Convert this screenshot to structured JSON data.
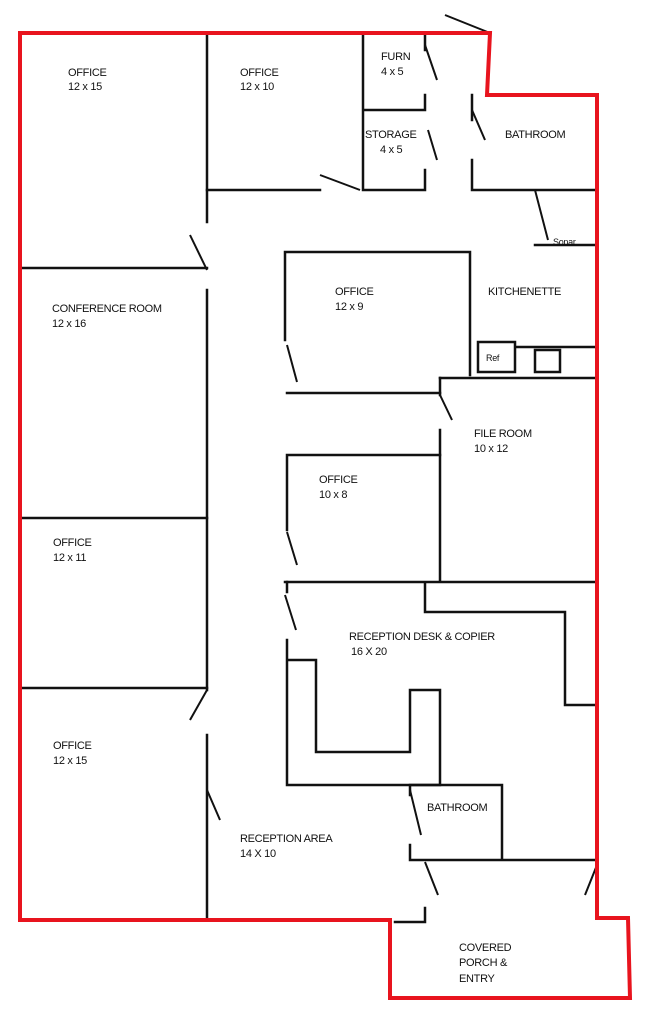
{
  "rooms": {
    "office_top_left": {
      "name": "OFFICE",
      "size": "12 x 15"
    },
    "office_top_mid": {
      "name": "OFFICE",
      "size": "12 x 10"
    },
    "furn": {
      "name": "FURN",
      "size": "4 x 5"
    },
    "storage": {
      "name": "STORAGE",
      "size": "4 x 5"
    },
    "bathroom_top": {
      "name": "BATHROOM"
    },
    "sonar": {
      "name": "Sonar"
    },
    "conference": {
      "name": "CONFERENCE ROOM",
      "size": "12 x 16"
    },
    "office_center": {
      "name": "OFFICE",
      "size": "12 x 9"
    },
    "kitchenette": {
      "name": "KITCHENETTE"
    },
    "ref": {
      "name": "Ref"
    },
    "file_room": {
      "name": "FILE ROOM",
      "size": "10 x 12"
    },
    "office_mid": {
      "name": "OFFICE",
      "size": "10 x 8"
    },
    "office_left_mid": {
      "name": "OFFICE",
      "size": "12 x 11"
    },
    "reception_desk": {
      "name": "RECEPTION DESK & COPIER",
      "size": "16 X 20"
    },
    "office_bottom_left": {
      "name": "OFFICE",
      "size": "12 x 15"
    },
    "bathroom_bottom": {
      "name": "BATHROOM"
    },
    "reception_area": {
      "name": "RECEPTION AREA",
      "size": "14 X 10"
    },
    "porch": {
      "line1": "COVERED",
      "line2": "PORCH &",
      "line3": "ENTRY"
    }
  },
  "colors": {
    "outline": "#e8141e",
    "walls": "#111111"
  }
}
